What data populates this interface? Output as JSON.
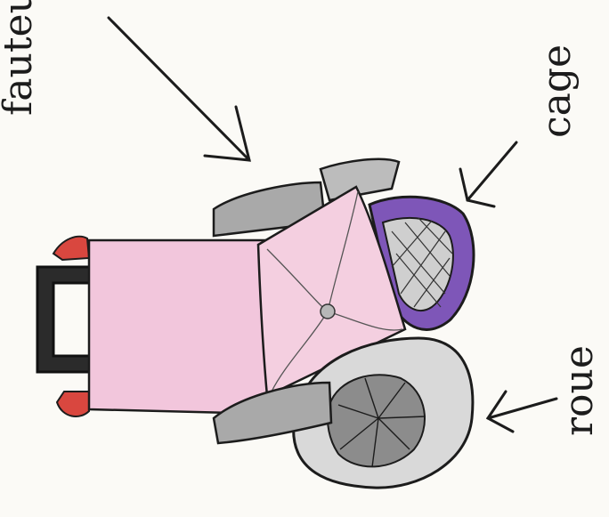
{
  "drawing": {
    "labels": {
      "fauteuil": "fauteuil",
      "cage": "cage",
      "roue": "roue"
    }
  },
  "colors": {
    "paper": "#fbfaf6",
    "ink": "#1c1c1c",
    "pink": "#f2c6dc",
    "grey": "#a9a9a9",
    "light_grey": "#d9d9d9",
    "purple": "#7e56b8",
    "red": "#d9473f",
    "dark": "#2b2b2b"
  }
}
